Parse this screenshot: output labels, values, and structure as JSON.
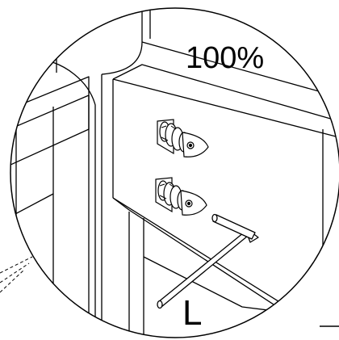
{
  "diagram": {
    "scale_label": "100%",
    "tool_label": "L",
    "colors": {
      "line": "#000000",
      "background": "#ffffff"
    },
    "parts": {
      "fasteners": "cam-lock-fittings",
      "tool": "allen-key-icon"
    }
  }
}
